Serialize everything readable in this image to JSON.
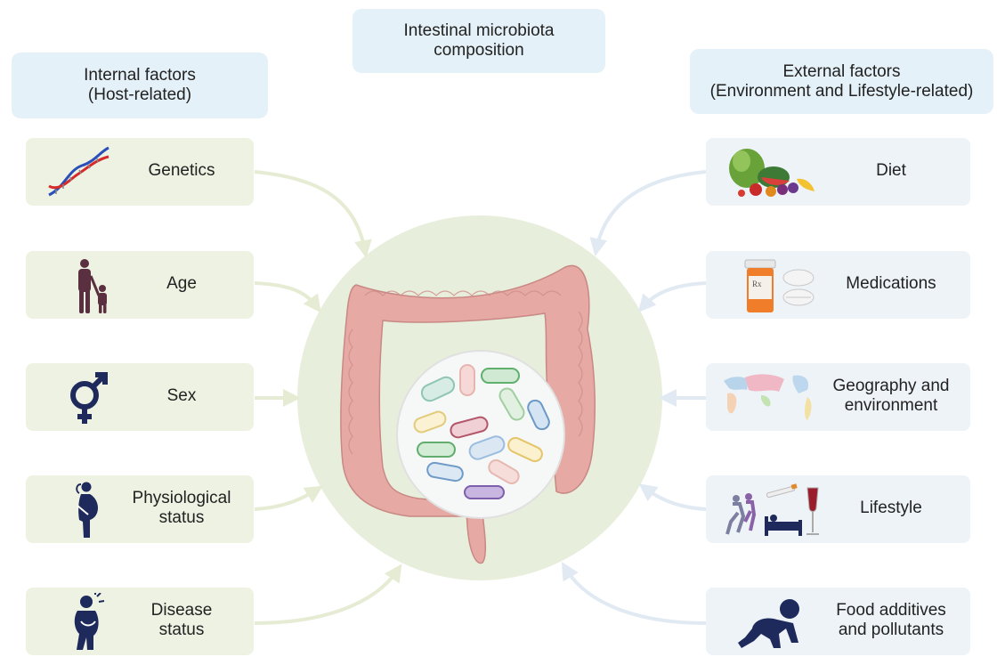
{
  "center": {
    "title_line1": "Intestinal microbiota",
    "title_line2": "composition"
  },
  "internal": {
    "header_line1": "Internal factors",
    "header_line2": "(Host-related)",
    "items": [
      {
        "line1": "Genetics",
        "line2": "",
        "icon": "dna-icon"
      },
      {
        "line1": "Age",
        "line2": "",
        "icon": "adult-child-icon"
      },
      {
        "line1": "Sex",
        "line2": "",
        "icon": "sex-symbol-icon"
      },
      {
        "line1": "Physiological",
        "line2": "status",
        "icon": "pregnant-woman-icon"
      },
      {
        "line1": "Disease",
        "line2": "status",
        "icon": "sick-person-icon"
      }
    ]
  },
  "external": {
    "header_line1": "External factors",
    "header_line2": "(Environment and Lifestyle-related)",
    "items": [
      {
        "line1": "Diet",
        "line2": "",
        "icon": "vegetables-fruits-icon"
      },
      {
        "line1": "Medications",
        "line2": "",
        "icon": "pill-bottle-icon"
      },
      {
        "line1": "Geography and",
        "line2": "environment",
        "icon": "world-map-icon"
      },
      {
        "line1": "Lifestyle",
        "line2": "",
        "icon": "lifestyle-icon"
      },
      {
        "line1": "Food additives",
        "line2": "and pollutants",
        "icon": "crawling-baby-icon"
      }
    ]
  },
  "colors": {
    "internal_box": "#eef2e2",
    "external_box": "#eef3f8",
    "header_box": "#e5f1f8",
    "center_circle": "#e7efdc",
    "intestine": "#e3a7a3",
    "icon_navy": "#1f2a5c",
    "icon_plum": "#5a3040",
    "arrow_internal": "#eef2e2",
    "arrow_external": "#e9f0f7"
  }
}
